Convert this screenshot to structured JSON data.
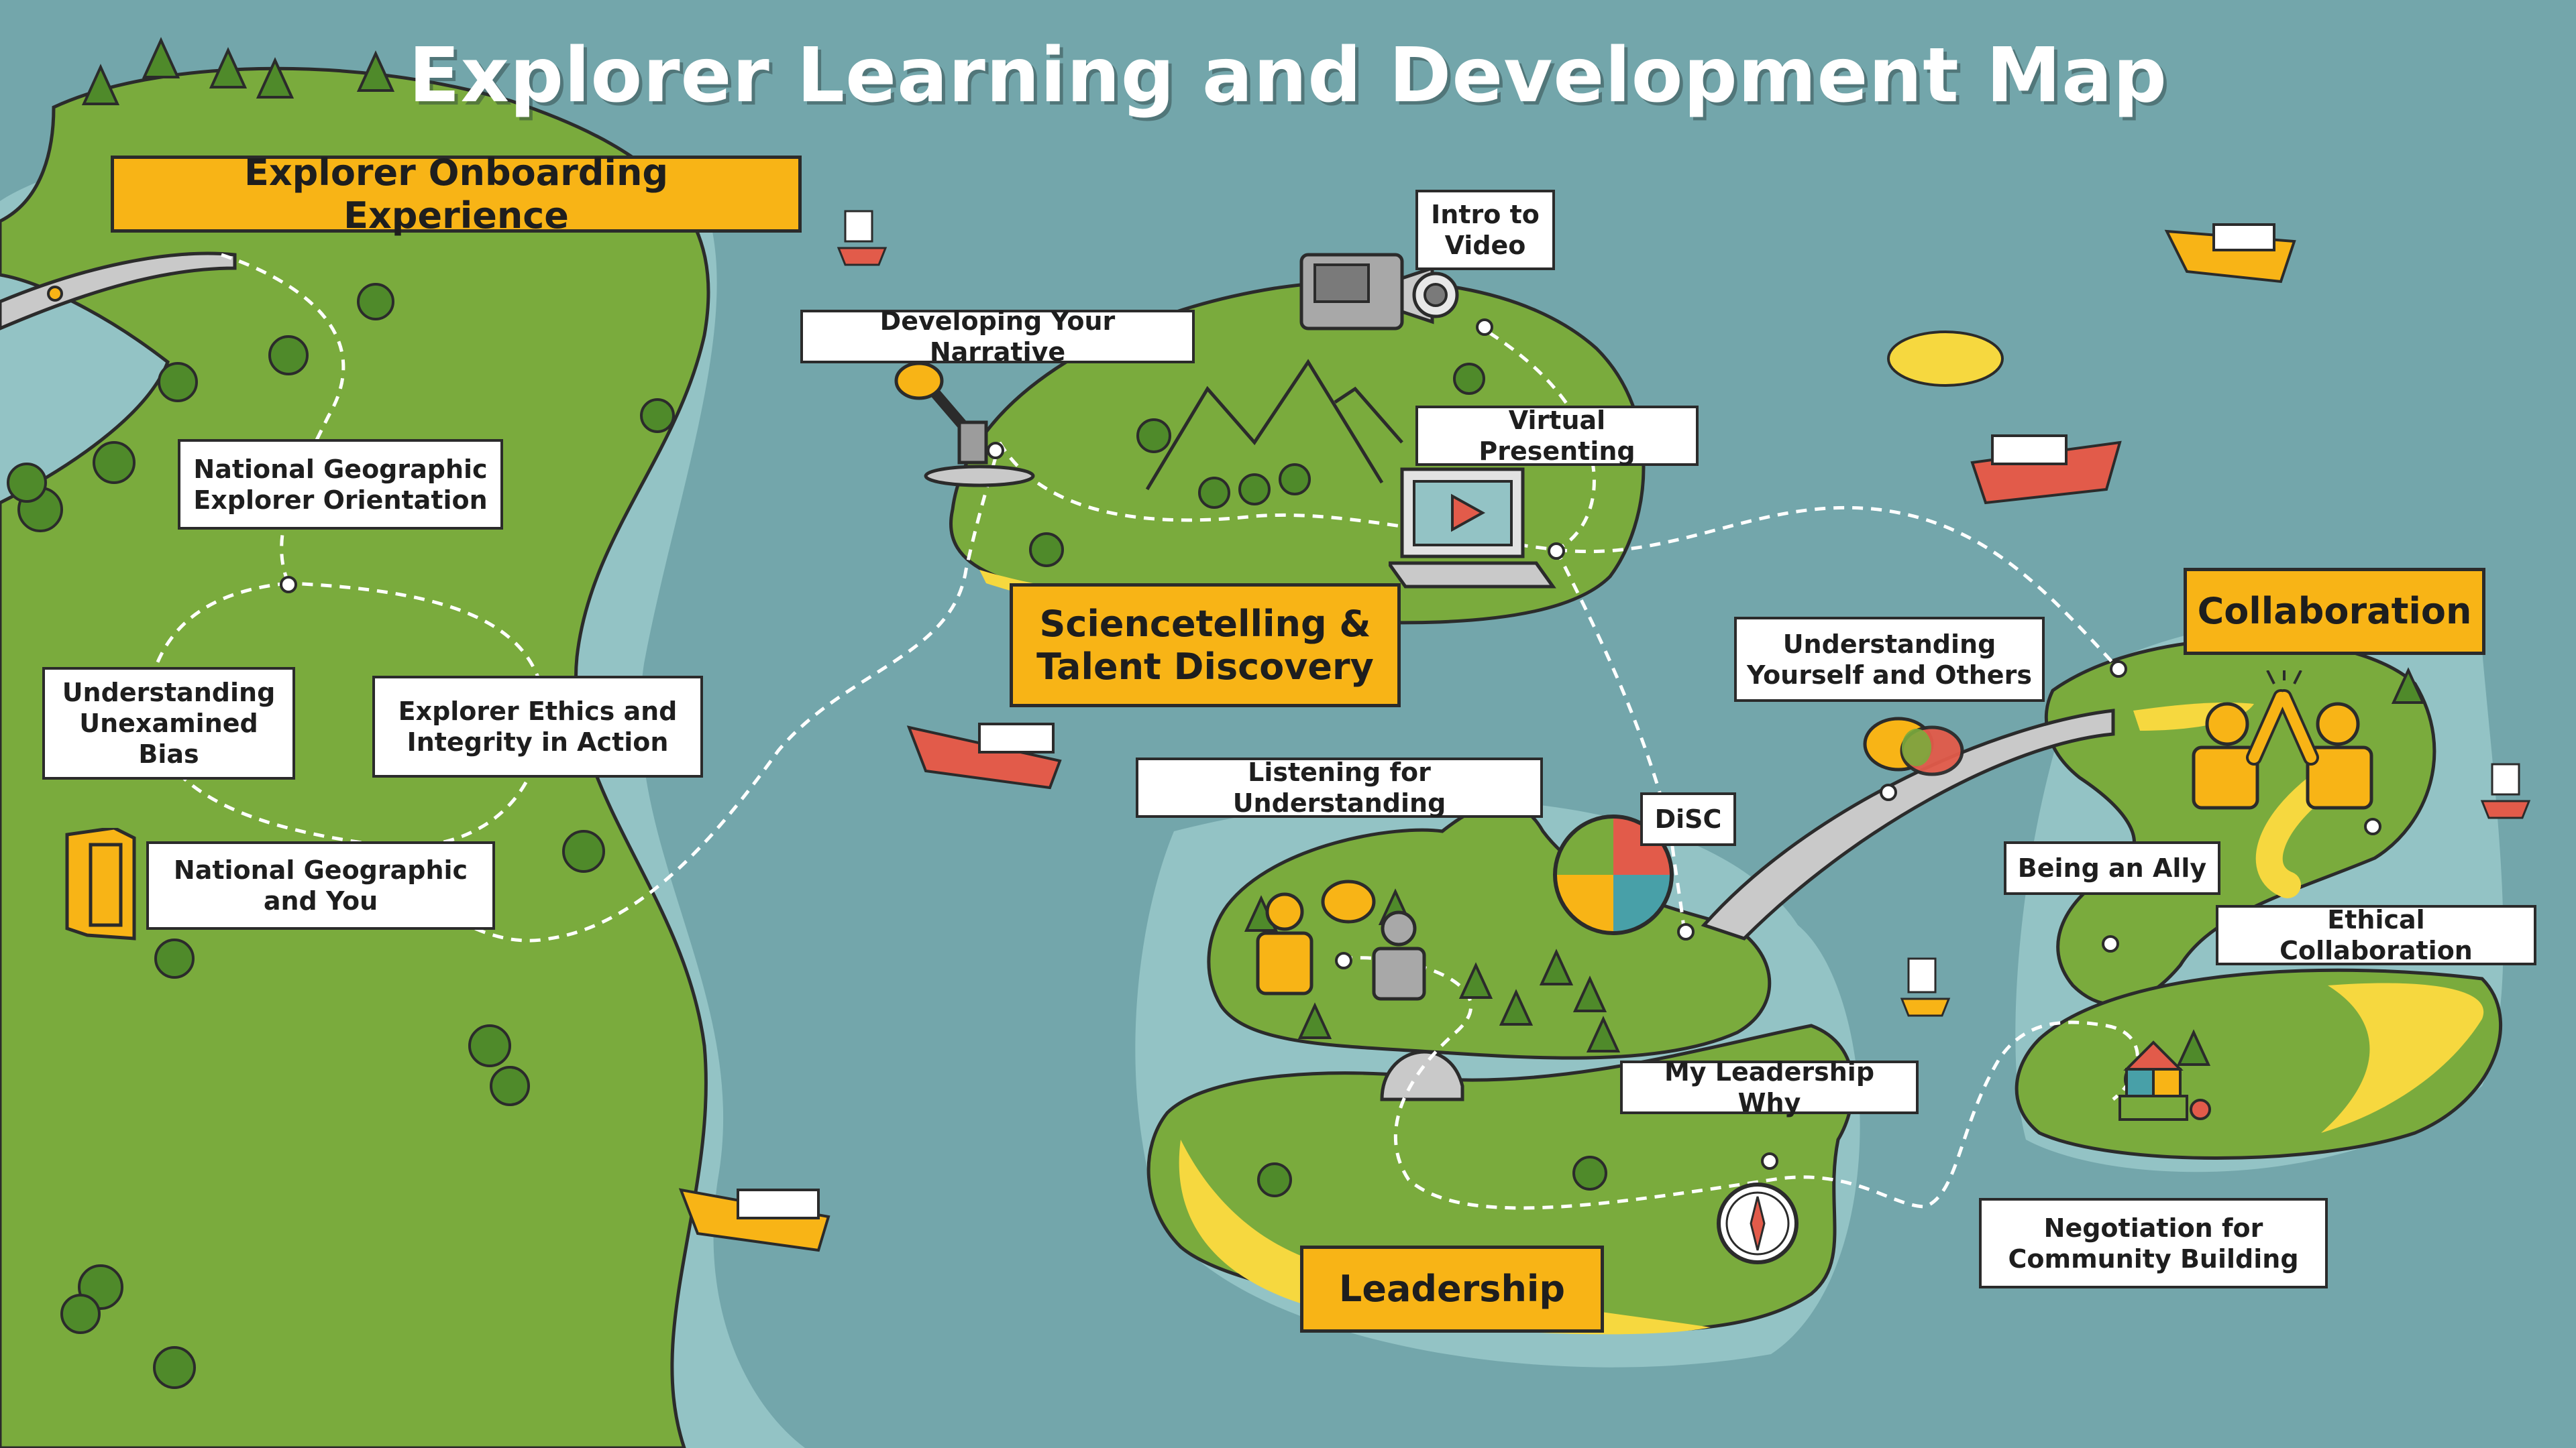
{
  "title": "Explorer Learning and Development Map",
  "colors": {
    "water": "#73a6ab",
    "shallow": "#93c3c5",
    "land": "#7aab3d",
    "sand": "#f6d83f",
    "hub_fill": "#f8b416",
    "outline": "#2b2b2b"
  },
  "zones": {
    "onboarding": "Explorer Onboarding Experience",
    "sciencetelling": "Sciencetelling & Talent Discovery",
    "collaboration": "Collaboration",
    "leadership": "Leadership"
  },
  "modules": {
    "orientation": "National Geographic Explorer Orientation",
    "bias": "Understanding Unexamined Bias",
    "ethics": "Explorer Ethics and Integrity in Action",
    "natgeo_you": "National Geographic and You",
    "narrative": "Developing Your Narrative",
    "intro_video": "Intro to Video",
    "virtual_presenting": "Virtual Presenting",
    "understanding_others": "Understanding Yourself and Others",
    "listening": "Listening for Understanding",
    "disc": "DiSC",
    "ally": "Being an Ally",
    "ethical_collab": "Ethical Collaboration",
    "leadership_why": "My Leadership Why",
    "negotiation": "Negotiation for Community Building"
  },
  "icons": {
    "microphone": "microphone-icon",
    "camera": "video-camera-icon",
    "laptop": "laptop-play-icon",
    "speech": "speech-bubbles-icon",
    "people": "high-five-people-icon",
    "compass": "compass-icon",
    "disc": "disc-pie-icon",
    "book": "book-icon",
    "blocks": "building-blocks-icon"
  }
}
